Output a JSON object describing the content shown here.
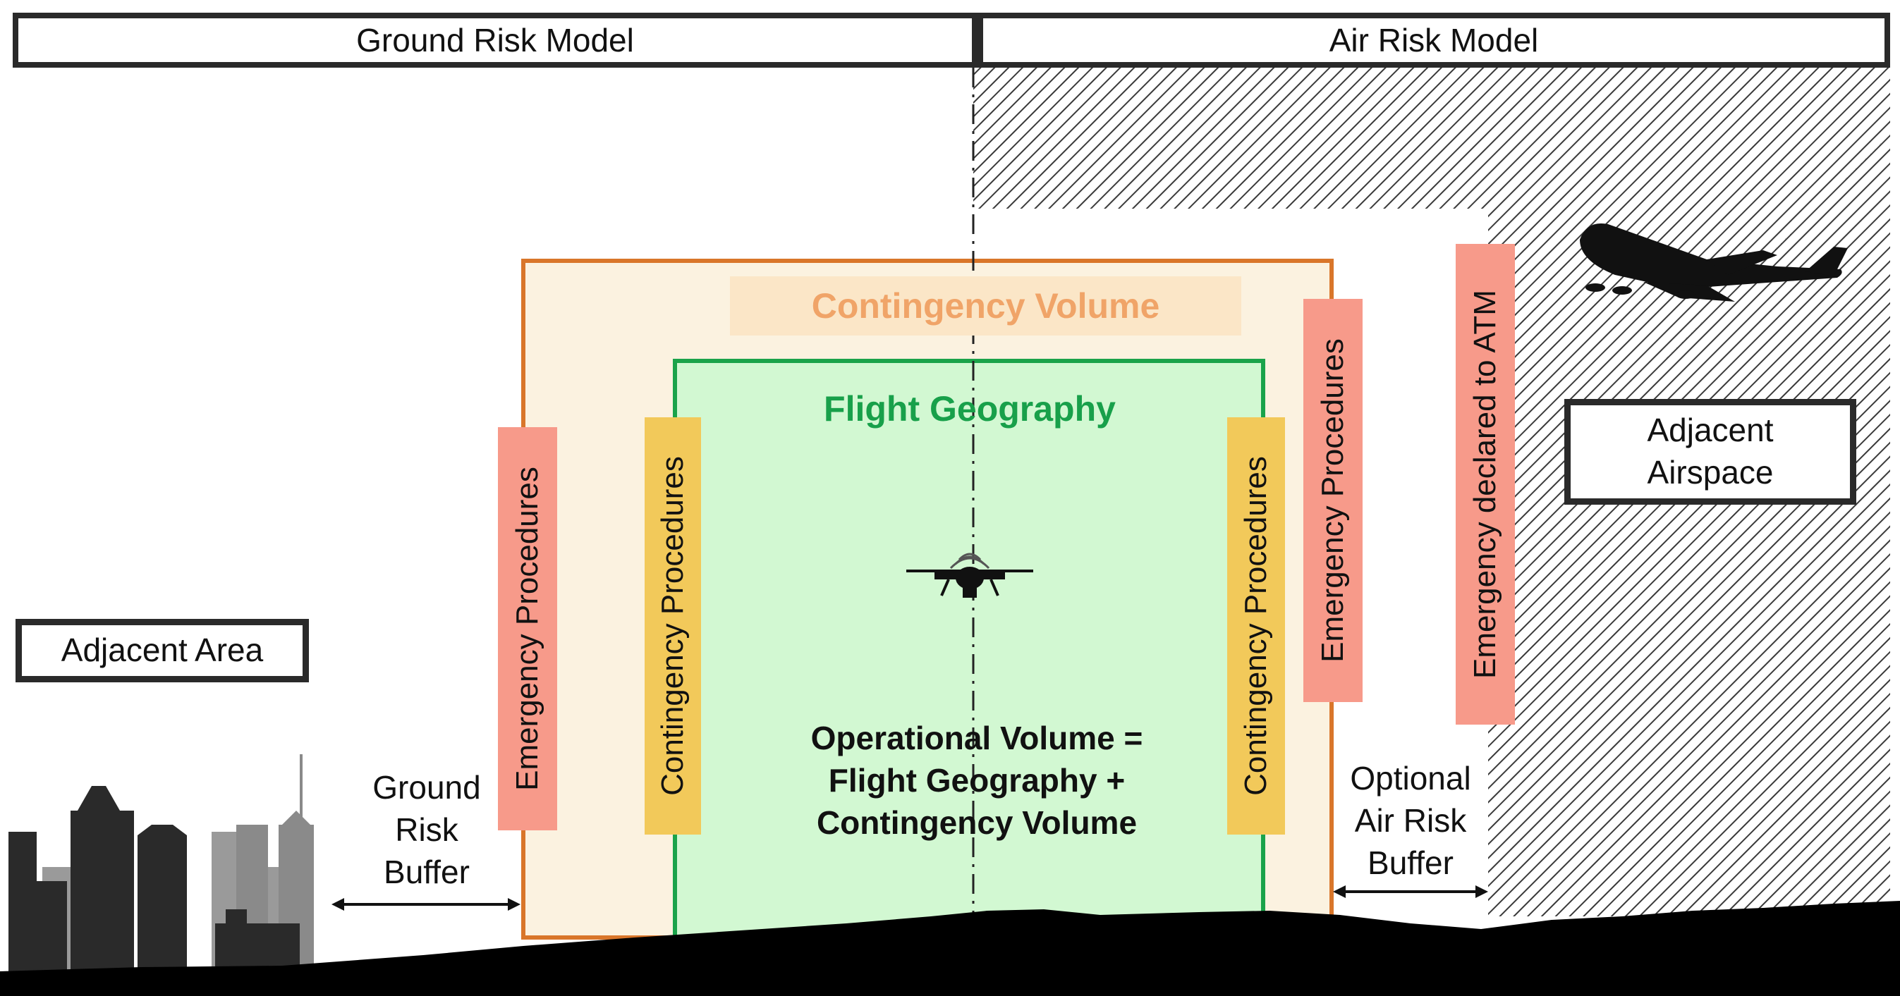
{
  "headers": {
    "ground_risk_model": "Ground Risk Model",
    "air_risk_model": "Air Risk Model"
  },
  "volumes": {
    "contingency_volume": "Contingency Volume",
    "flight_geography": "Flight Geography",
    "operational_volume_lines": [
      "Operational Volume =",
      "Flight Geography +",
      "Contingency Volume"
    ]
  },
  "procedures": {
    "emergency": "Emergency Procedures",
    "contingency": "Contingency Procedures",
    "emergency_atm": "Emergency declared to ATM"
  },
  "areas": {
    "adjacent_area": "Adjacent Area",
    "adjacent_airspace_lines": [
      "Adjacent",
      "Airspace"
    ]
  },
  "buffers": {
    "ground_risk_buffer_lines": [
      "Ground",
      "Risk",
      "Buffer"
    ],
    "air_risk_buffer_lines": [
      "Optional",
      "Air Risk",
      "Buffer"
    ]
  },
  "colors": {
    "contingency_border": "#d9762a",
    "contingency_fill": "#fbf2e0",
    "flight_geography_border": "#1aa34a",
    "flight_geography_fill": "#d2f8d2",
    "emergency_tab": "#f79a8a",
    "contingency_tab": "#f2c95a"
  },
  "icons": [
    "drone-icon",
    "airplane-icon",
    "city-skyline-icon",
    "terrain-silhouette",
    "double-arrow-icon"
  ]
}
